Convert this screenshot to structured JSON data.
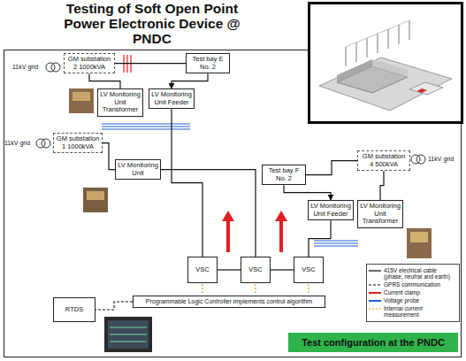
{
  "diagram": {
    "title": "Testing of Soft Open Point Power Electronic Device @ PNDC",
    "caption": "Test configuration at the PNDC",
    "nodes": [
      {
        "text": [
          "GM substation 2 1000kVA"
        ]
      },
      {
        "text": [
          "Test bay E No. 2"
        ]
      },
      {
        "text": [
          "LV Monitoring Unit Transformer"
        ]
      },
      {
        "text": [
          "LV Monitoring Unit Feeder"
        ]
      },
      {
        "text": [
          "GM substation 1 1000kVA"
        ]
      },
      {
        "text": [
          "LV Monitoring Unit"
        ]
      },
      {
        "text": [
          "GM substation 4 500kVA"
        ]
      },
      {
        "text": [
          "Test bay F No. 2"
        ]
      },
      {
        "text": [
          "LV Monitoring Unit Feeder"
        ]
      },
      {
        "text": [
          "LV Monitoring Unit Transformer"
        ]
      },
      {
        "text": [
          "VSC"
        ]
      },
      {
        "text": [
          "VSC"
        ]
      },
      {
        "text": [
          "VSC"
        ]
      },
      {
        "text": [
          "Programmable Logic Controller implements control algorithm"
        ]
      },
      {
        "text": [
          "RTDS"
        ]
      }
    ],
    "edges": [
      {
        "from": 0,
        "to": 1,
        "arrow": "none"
      },
      {
        "from": 0,
        "to": 2,
        "arrow": "none"
      },
      {
        "from": 1,
        "to": 3,
        "arrow": "to"
      },
      {
        "from": 3,
        "to": 10,
        "arrow": "none"
      },
      {
        "from": 4,
        "to": 5,
        "arrow": "none"
      },
      {
        "from": 5,
        "to": 11,
        "arrow": "none"
      },
      {
        "from": 6,
        "to": 7,
        "arrow": "none"
      },
      {
        "from": 6,
        "to": 9,
        "arrow": "none"
      },
      {
        "from": 7,
        "to": 8,
        "arrow": "to"
      },
      {
        "from": 8,
        "to": 12,
        "arrow": "none"
      },
      {
        "from": 10,
        "to": 11,
        "arrow": "none"
      },
      {
        "from": 11,
        "to": 12,
        "arrow": "none"
      },
      {
        "from": 13,
        "to": 14,
        "arrow": "none"
      }
    ],
    "labels": [
      "11kV grid",
      "11kV grid",
      "11kV grid"
    ],
    "legend": [
      {
        "text": "415V electrical cable (phase, neutral and earth)"
      },
      {
        "text": "GPRS communication"
      },
      {
        "text": "Current clamp"
      },
      {
        "text": "Voltage probe"
      },
      {
        "text": "Internal current measurement"
      }
    ]
  }
}
